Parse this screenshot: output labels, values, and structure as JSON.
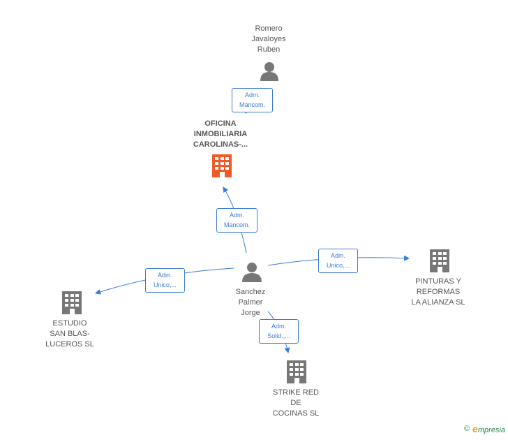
{
  "nodes": {
    "romero": {
      "label": "Romero\nJavaloyes\nRuben",
      "type": "person"
    },
    "oficina": {
      "label": "OFICINA\nINMOBILIARIA\nCAROLINAS-...",
      "type": "company",
      "focus": true
    },
    "sanchez": {
      "label": "Sanchez\nPalmer\nJorge",
      "type": "person"
    },
    "estudio": {
      "label": "ESTUDIO\nSAN BLAS-\nLUCEROS  SL",
      "type": "company"
    },
    "pinturas": {
      "label": "PINTURAS Y\nREFORMAS\nLA ALIANZA  SL",
      "type": "company"
    },
    "strike": {
      "label": "STRIKE RED\nDE\nCOCINAS  SL",
      "type": "company"
    }
  },
  "edges": [
    {
      "id": "romero-oficina",
      "label": "Adm.\nMancom."
    },
    {
      "id": "sanchez-oficina",
      "label": "Adm.\nMancom."
    },
    {
      "id": "sanchez-estudio",
      "label": "Adm.\nUnico,..."
    },
    {
      "id": "sanchez-pinturas",
      "label": "Adm.\nUnico,..."
    },
    {
      "id": "sanchez-strike",
      "label": "Adm.\nSolid.,..."
    }
  ],
  "footer": {
    "copyright": "©",
    "brand_initial": "e",
    "brand_rest": "mpresia"
  },
  "colors": {
    "edge": "#3a7bd5",
    "icon_gray": "#777777",
    "focus": "#f05a28",
    "text": "#555555"
  }
}
